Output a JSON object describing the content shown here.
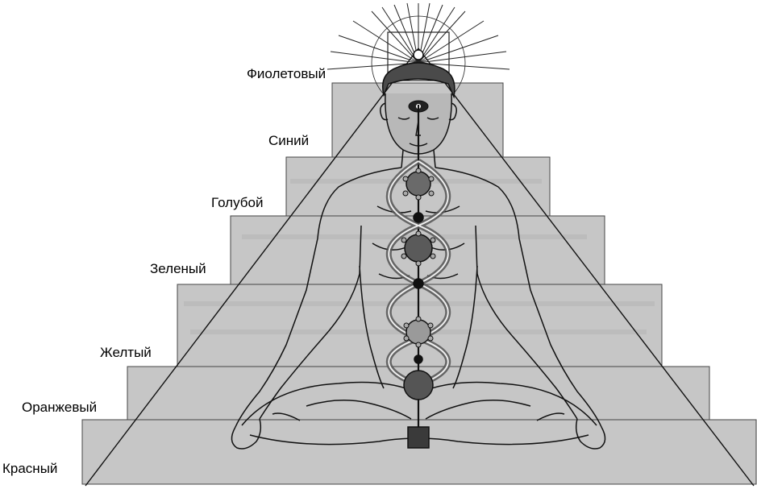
{
  "diagram": {
    "levels": [
      {
        "key": "violet",
        "label": "Фиолетовый"
      },
      {
        "key": "indigo",
        "label": "Синий"
      },
      {
        "key": "blue",
        "label": "Голубой"
      },
      {
        "key": "green",
        "label": "Зеленый"
      },
      {
        "key": "yellow",
        "label": "Желтый"
      },
      {
        "key": "orange",
        "label": "Оранжевый"
      },
      {
        "key": "red",
        "label": "Красный"
      }
    ],
    "colors": {
      "step_fill": "#c6c6c6",
      "step_stroke": "#444444",
      "outline": "#111111",
      "chakra_fill": "#5a5a5a",
      "background": "#ffffff"
    }
  }
}
